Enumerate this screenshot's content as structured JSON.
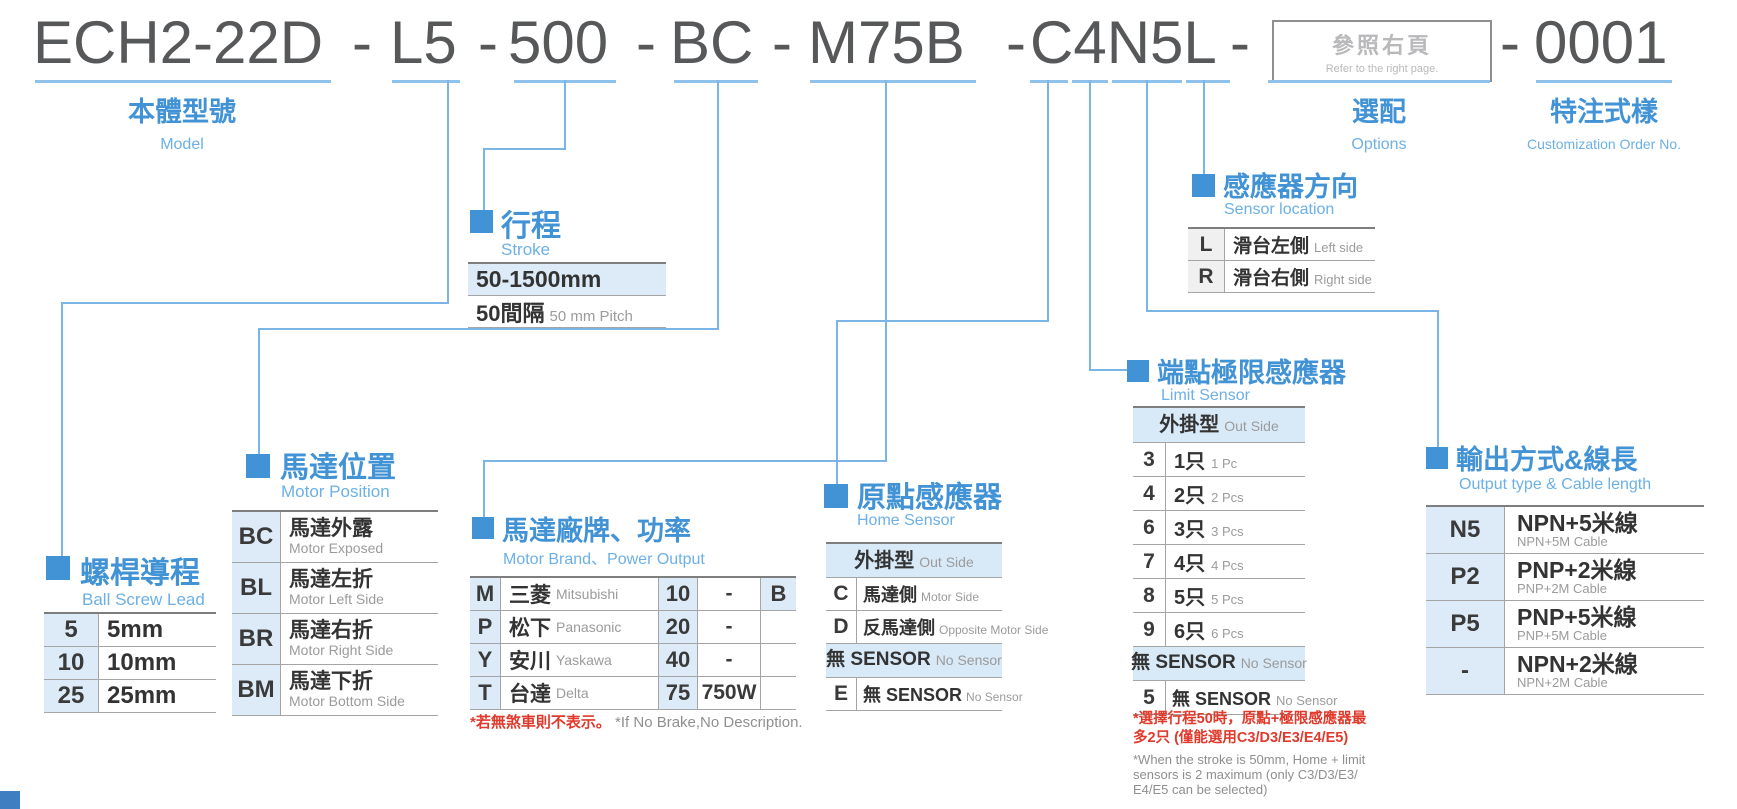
{
  "code": {
    "body": "ECH2-22D",
    "lead": "L5",
    "stroke": "500",
    "motor_position": "BC",
    "motor": "M75B",
    "sensor": "C4N5L",
    "serial": "0001",
    "dash": "-",
    "refer_box": {
      "cjk": "參照右頁",
      "en": "Refer to the right page."
    }
  },
  "labels": {
    "model": {
      "cjk": "本體型號",
      "en": "Model"
    },
    "options": {
      "cjk": "選配",
      "en": "Options"
    },
    "custom": {
      "cjk": "特注式樣",
      "en": "Customization Order No."
    }
  },
  "sections": {
    "ball_screw_lead": {
      "title": "螺桿導程",
      "subtitle": "Ball Screw Lead",
      "rows": [
        {
          "code": "5",
          "text": "5mm"
        },
        {
          "code": "10",
          "text": "10mm"
        },
        {
          "code": "25",
          "text": "25mm"
        }
      ]
    },
    "stroke": {
      "title": "行程",
      "subtitle": "Stroke",
      "range": "50-1500mm",
      "pitch_cjk": "50間隔",
      "pitch_en": "50 mm Pitch"
    },
    "motor_position": {
      "title": "馬達位置",
      "subtitle": "Motor Position",
      "rows": [
        {
          "code": "BC",
          "cjk": "馬達外露",
          "en": "Motor Exposed"
        },
        {
          "code": "BL",
          "cjk": "馬達左折",
          "en": "Motor Left Side"
        },
        {
          "code": "BR",
          "cjk": "馬達右折",
          "en": "Motor Right Side"
        },
        {
          "code": "BM",
          "cjk": "馬達下折",
          "en": "Motor Bottom Side"
        }
      ]
    },
    "motor_brand": {
      "title": "馬達廠牌、功率",
      "subtitle": "Motor Brand、Power Output",
      "rows": [
        {
          "code": "M",
          "cjk": "三菱",
          "en": "Mitsubishi",
          "power": "10",
          "watt": "-",
          "brake": "B"
        },
        {
          "code": "P",
          "cjk": "松下",
          "en": "Panasonic",
          "power": "20",
          "watt": "-",
          "brake": ""
        },
        {
          "code": "Y",
          "cjk": "安川",
          "en": "Yaskawa",
          "power": "40",
          "watt": "-",
          "brake": ""
        },
        {
          "code": "T",
          "cjk": "台達",
          "en": "Delta",
          "power": "75",
          "watt": "750W",
          "brake": ""
        }
      ],
      "footnote_red": "*若無煞車則不表示。",
      "footnote_gray": "*If No Brake,No Description."
    },
    "home_sensor": {
      "title": "原點感應器",
      "subtitle": "Home Sensor",
      "header1_cjk": "外掛型",
      "header1_en": "Out Side",
      "rows": [
        {
          "code": "C",
          "cjk": "馬達側",
          "en": "Motor Side"
        },
        {
          "code": "D",
          "cjk": "反馬達側",
          "en": "Opposite Motor Side"
        }
      ],
      "header2_cjk": "無 SENSOR",
      "header2_en": "No Sensor",
      "no_sensor_row": {
        "code": "E",
        "cjk": "無 SENSOR",
        "en": "No Sensor"
      }
    },
    "limit_sensor": {
      "title": "端點極限感應器",
      "subtitle": "Limit Sensor",
      "header1_cjk": "外掛型",
      "header1_en": "Out Side",
      "rows": [
        {
          "code": "3",
          "cjk": "1只",
          "en": "1 Pc"
        },
        {
          "code": "4",
          "cjk": "2只",
          "en": "2 Pcs"
        },
        {
          "code": "6",
          "cjk": "3只",
          "en": "3 Pcs"
        },
        {
          "code": "7",
          "cjk": "4只",
          "en": "4 Pcs"
        },
        {
          "code": "8",
          "cjk": "5只",
          "en": "5 Pcs"
        },
        {
          "code": "9",
          "cjk": "6只",
          "en": "6 Pcs"
        }
      ],
      "header2_cjk": "無 SENSOR",
      "header2_en": "No Sensor",
      "no_sensor_row": {
        "code": "5",
        "cjk": "無 SENSOR",
        "en": "No Sensor"
      },
      "footnote_red_line1": "*選擇行程50時，原點+極限感應器最",
      "footnote_red_line2": "多2只 (僅能選用C3/D3/E3/E4/E5)",
      "footnote_gray_line1": "*When the stroke is 50mm, Home + limit",
      "footnote_gray_line2": "sensors is 2 maximum (only C3/D3/E3/",
      "footnote_gray_line3": "E4/E5 can be selected)"
    },
    "sensor_location": {
      "title": "感應器方向",
      "subtitle": "Sensor location",
      "rows": [
        {
          "code": "L",
          "cjk": "滑台左側",
          "en": "Left side"
        },
        {
          "code": "R",
          "cjk": "滑台右側",
          "en": "Right side"
        }
      ]
    },
    "output_type": {
      "title": "輸出方式&線長",
      "subtitle": "Output type & Cable length",
      "rows": [
        {
          "code": "N5",
          "cjk": "NPN+5米線",
          "en": "NPN+5M Cable"
        },
        {
          "code": "P2",
          "cjk": "PNP+2米線",
          "en": "PNP+2M Cable"
        },
        {
          "code": "P5",
          "cjk": "PNP+5米線",
          "en": "PNP+5M Cable"
        },
        {
          "code": "-",
          "cjk": "NPN+2米線",
          "en": "NPN+2M Cable"
        }
      ]
    }
  },
  "colors": {
    "title_blue": "#4293d6",
    "subtitle_blue": "#6cb0e6",
    "line_blue": "#7ab5e6",
    "row_highlight": "#dcebf7",
    "code_gray": "#57585a",
    "note_red": "#e03a2c"
  }
}
